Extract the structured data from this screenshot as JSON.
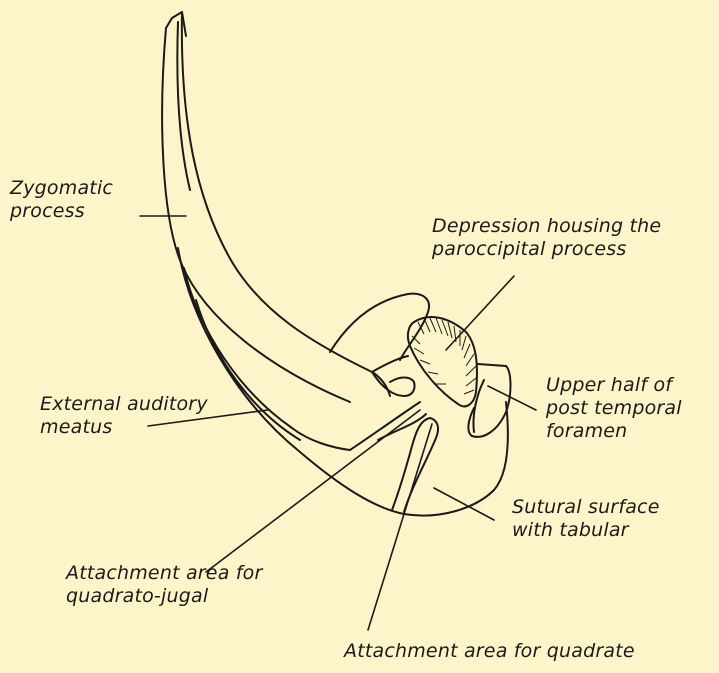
{
  "diagram": {
    "background_color": "#fdf5c9",
    "ink_color": "#1a1a1a",
    "labels": {
      "zygomatic": [
        "Zygomatic",
        "process"
      ],
      "depression": [
        "Depression housing the",
        "paroccipital process"
      ],
      "external_auditory": [
        "External auditory",
        "meatus"
      ],
      "upper_half": [
        "Upper half of",
        "post temporal",
        "foramen"
      ],
      "sutural": [
        "Sutural surface",
        "with tabular"
      ],
      "quadrato_jugal": [
        "Attachment area for",
        "quadrato-jugal"
      ],
      "quadrate": [
        "Attachment area for quadrate"
      ]
    }
  }
}
